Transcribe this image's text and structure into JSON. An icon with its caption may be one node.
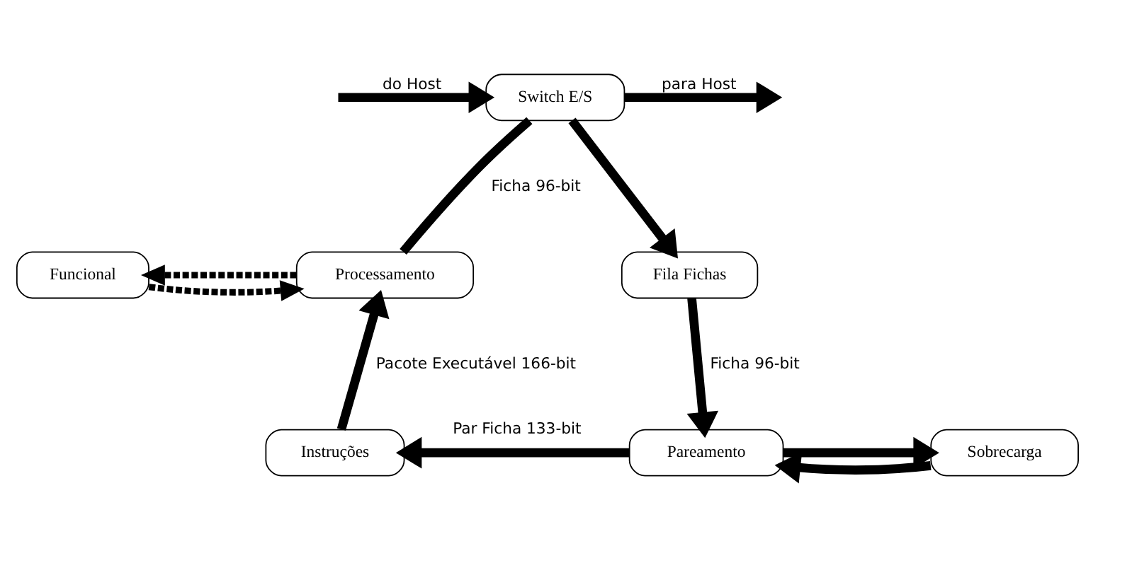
{
  "diagram": {
    "nodes": [
      {
        "text": [
          "Switch E/S"
        ]
      },
      {
        "text": [
          "Fila Fichas"
        ]
      },
      {
        "text": [
          "Pareamento"
        ]
      },
      {
        "text": [
          "Sobrecarga"
        ]
      },
      {
        "text": [
          "Instruções"
        ]
      },
      {
        "text": [
          "Processamento"
        ]
      },
      {
        "text": [
          "Funcional"
        ]
      }
    ],
    "edges": [
      {
        "from": 0,
        "to": null,
        "arrow": "to",
        "label": "para Host"
      },
      {
        "from": null,
        "to": 0,
        "arrow": "to",
        "label": "do Host"
      },
      {
        "from": 0,
        "to": 1,
        "arrow": "to"
      },
      {
        "from": 1,
        "to": 2,
        "arrow": "to",
        "label": "Ficha 96-bit"
      },
      {
        "from": 3,
        "to": 2,
        "arrow": "to"
      },
      {
        "from": 2,
        "to": 3,
        "arrow": "to"
      },
      {
        "from": 2,
        "to": 4,
        "arrow": "to",
        "label": "Par Ficha 133-bit"
      },
      {
        "from": 4,
        "to": 5,
        "arrow": "to",
        "label": "Pacote Executável 166-bit"
      },
      {
        "from": 5,
        "to": 0,
        "arrow": "none",
        "label": "Ficha 96-bit"
      },
      {
        "from": 6,
        "to": 5,
        "arrow": "to",
        "style": "dashed"
      },
      {
        "from": 5,
        "to": 6,
        "arrow": "to",
        "style": "dashed"
      }
    ]
  }
}
